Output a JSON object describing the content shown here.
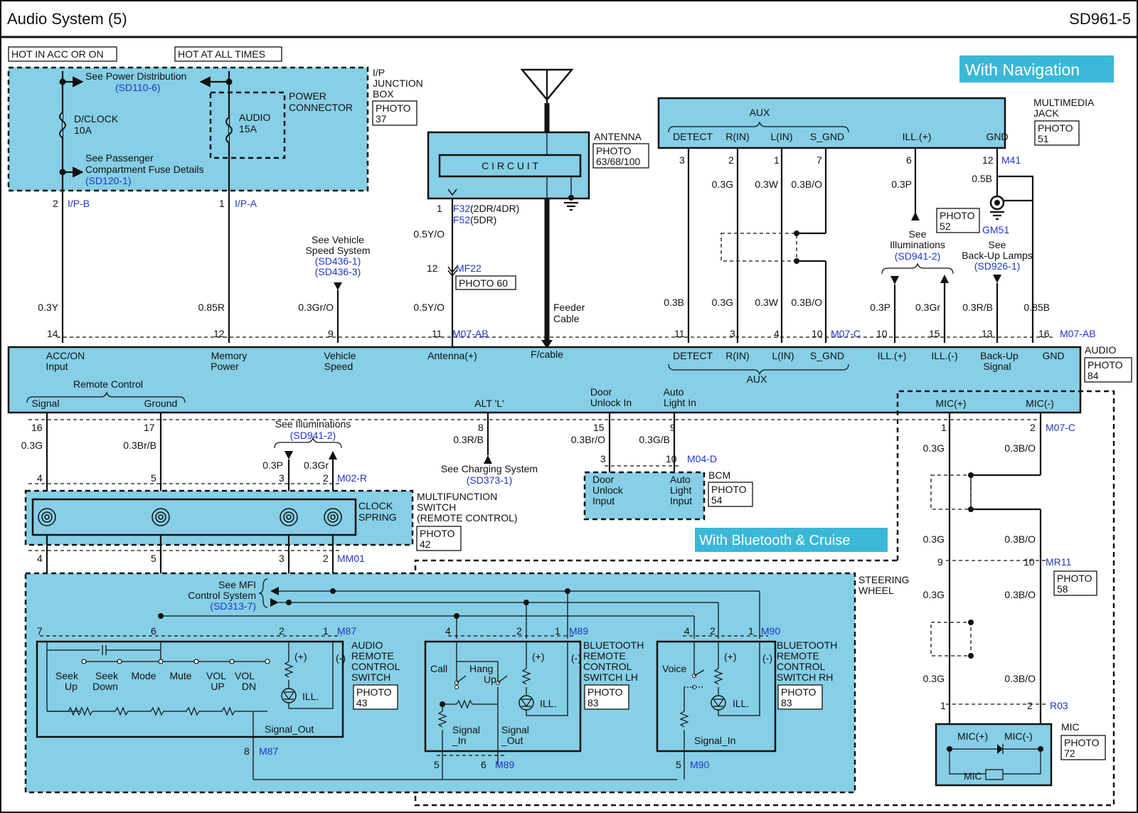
{
  "header": {
    "title": "Audio System (5)",
    "code": "SD961-5"
  },
  "supply": {
    "hot_acc": "HOT IN ACC OR ON",
    "hot_all": "HOT AT ALL TIMES"
  },
  "junction": {
    "see_power": "See Power Distribution",
    "power_ref": "(SD110-6)",
    "dclock": "D/CLOCK",
    "dclock_amp": "10A",
    "audio_fuse": "AUDIO",
    "audio_amp": "15A",
    "power_conn_1": "POWER",
    "power_conn_2": "CONNECTOR",
    "see_passenger": "See  Passenger",
    "compartment": "Compartment Fuse Details",
    "passenger_ref": "(SD120-1)",
    "label_1": "I/P",
    "label_2": "JUNCTION",
    "label_3": "BOX",
    "photo": "PHOTO",
    "photo_no": "37",
    "pin_ipb": "2",
    "conn_ipb": "I/P-B",
    "pin_ipa": "1",
    "conn_ipa": "I/P-A"
  },
  "nav_banner": "With Navigation",
  "bt_banner": "With Bluetooth & Cruise",
  "antenna": {
    "circuit": "C I R C U I T",
    "label": "ANTENNA",
    "photo": "PHOTO",
    "photo_no": "63/68/100",
    "pin1": "1",
    "f32": "F32",
    "f32_note": "(2DR/4DR)",
    "f52": "F52",
    "f52_note": "(5DR)",
    "wire_a": "0.5Y/O",
    "pin12": "12",
    "mf22": "MF22",
    "photo60": "PHOTO 60",
    "wire_b": "0.5Y/O",
    "feeder_1": "Feeder",
    "feeder_2": "Cable"
  },
  "vehicle_speed": {
    "see": "See Vehicle",
    "system": "Speed System",
    "ref1": "(SD436-1)",
    "ref2": "(SD436-3)",
    "wire": "0.3Gr/O"
  },
  "multimedia": {
    "aux": "AUX",
    "detect": "DETECT",
    "rin": "R(IN)",
    "lin": "L(IN)",
    "sgnd": "S_GND",
    "ill": "ILL.(+)",
    "gnd": "GND",
    "label_1": "MULTIMEDIA",
    "label_2": "JACK",
    "photo": "PHOTO",
    "photo_no": "51",
    "pins": [
      "3",
      "2",
      "1",
      "7",
      "6",
      "12"
    ],
    "conn": "M41",
    "w_rin": "0.3G",
    "w_lin": "0.3W",
    "w_sgnd": "0.3B/O",
    "w_ill": "0.3P",
    "w_gnd": "0.5B",
    "see_ill": "See",
    "see_ill_2": "Illuminations",
    "see_ill_ref": "(SD941-2)",
    "photo52": "PHOTO",
    "photo52_no": "52",
    "gm51": "GM51",
    "see_backup": "See",
    "see_backup_2": "Back-Up Lamps",
    "see_backup_ref": "(SD926-1)"
  },
  "upper_wires": {
    "acc": "0.3Y",
    "mem": "0.85R",
    "det": "0.3B",
    "rin": "0.3G",
    "lin": "0.3W",
    "sgnd": "0.3B/O",
    "illp": "0.3P",
    "illm": "0.3Gr",
    "back": "0.3R/B",
    "gnd": "0.85B",
    "pins": [
      "14",
      "12",
      "9",
      "11",
      "11",
      "3",
      "4",
      "10",
      "10",
      "15",
      "13",
      "16"
    ],
    "conn_a": "M07-AB",
    "conn_c": "M07-C",
    "conn_b": "M07-AB"
  },
  "audio": {
    "acc_1": "ACC/ON",
    "acc_2": "Input",
    "mem_1": "Memory",
    "mem_2": "Power",
    "veh_1": "Vehicle",
    "veh_2": "Speed",
    "antenna": "Antenna(+)",
    "fcable": "F/cable",
    "detect": "DETECT",
    "rin": "R(IN)",
    "lin": "L(IN)",
    "sgnd": "S_GND",
    "illp": "ILL.(+)",
    "illm": "ILL.(-)",
    "back_1": "Back-Up",
    "back_2": "Signal",
    "gnd": "GND",
    "aux": "AUX",
    "remote": "Remote Control",
    "signal": "Signal",
    "ground": "Ground",
    "alt": "ALT 'L'",
    "door_1": "Door",
    "door_2": "Unlock In",
    "auto_1": "Auto",
    "auto_2": "Light In",
    "micp": "MIC(+)",
    "micm": "MIC(-)",
    "label": "AUDIO",
    "photo": "PHOTO",
    "photo_no": "84"
  },
  "lower": {
    "pins_top": [
      "16",
      "17",
      "8",
      "15",
      "9",
      "1",
      "2"
    ],
    "conn_c": "M07-C",
    "w_sig": "0.3G",
    "w_gnd": "0.3Br/B",
    "w_alt": "0.3R/B",
    "w_door": "0.3Br/O",
    "w_auto": "0.3G/B",
    "see_ill": "See Illuminations",
    "see_ill_ref": "(SD941-2)",
    "w_p": "0.3P",
    "w_gr": "0.3Gr",
    "see_charge": "See Charging System",
    "charge_ref": "(SD373-1)",
    "pins_m02": [
      "4",
      "5",
      "3",
      "2"
    ],
    "m02": "M02-R",
    "pins_mm01": [
      "4",
      "5",
      "3",
      "2"
    ],
    "mm01": "MM01",
    "clock_1": "CLOCK",
    "clock_2": "SPRING",
    "mfs_1": "MULTIFUNCTION",
    "mfs_2": "SWITCH",
    "mfs_3": "(REMOTE CONTROL)",
    "photo": "PHOTO",
    "photo_no": "42"
  },
  "bcm": {
    "pin3": "3",
    "pin10": "10",
    "conn": "M04-D",
    "door_1": "Door",
    "door_2": "Unlock",
    "door_3": "Input",
    "auto_1": "Auto",
    "auto_2": "Light",
    "auto_3": "Input",
    "label": "BCM",
    "photo": "PHOTO",
    "photo_no": "54"
  },
  "mic": {
    "w1": "0.3G",
    "w2": "0.3B/O",
    "w3": "0.3G",
    "w4": "0.3B/O",
    "pin9": "9",
    "pin10": "10",
    "mr11": "MR11",
    "photo58": "PHOTO",
    "photo58_no": "58",
    "w5": "0.3G",
    "w6": "0.3B/O",
    "w7": "0.3G",
    "w8": "0.3B/O",
    "pin1": "1",
    "pin2": "2",
    "r03": "R03",
    "micp": "MIC(+)",
    "micm": "MIC(-)",
    "mic": "MIC",
    "label": "MIC",
    "photo": "PHOTO",
    "photo_no": "72"
  },
  "steering": {
    "label_1": "STEERING",
    "label_2": "WHEEL",
    "see_mfi": "See MFI",
    "mfi_2": "Control System",
    "mfi_ref": "(SD313-7)",
    "pins_m87": [
      "7",
      "6",
      "2",
      "1"
    ],
    "m87": "M87",
    "pins_m89": [
      "4",
      "2",
      "1"
    ],
    "m89": "M89",
    "pins_m90": [
      "4",
      "2",
      "1"
    ],
    "m90": "M90",
    "sw1_1": "AUDIO",
    "sw1_2": "REMOTE",
    "sw1_3": "CONTROL",
    "sw1_4": "SWITCH",
    "sw1_photo": "PHOTO",
    "sw1_no": "43",
    "seek_up_1": "Seek",
    "seek_up_2": "Up",
    "seek_dn_1": "Seek",
    "seek_dn_2": "Down",
    "mode": "Mode",
    "mute": "Mute",
    "volup_1": "VOL",
    "volup_2": "UP",
    "voldn_1": "VOL",
    "voldn_2": "DN",
    "plus": "(+)",
    "minus": "(-)",
    "ill": "ILL.",
    "signal_out": "Signal_Out",
    "pin8": "8",
    "m87b": "M87",
    "sw2_1": "BLUETOOTH",
    "sw2_2": "REMOTE",
    "sw2_3": "CONTROL",
    "sw2_4": "SWITCH LH",
    "sw2_photo": "PHOTO",
    "sw2_no": "83",
    "call": "Call",
    "hang_1": "Hang",
    "hang_2": "Up",
    "sig_in_1": "Signal",
    "sig_in_2": "_In",
    "sig_out_1": "Signal",
    "sig_out_2": "_Out",
    "pin5": "5",
    "pin6": "6",
    "m89b": "M89",
    "sw3_1": "BLUETOOTH",
    "sw3_2": "REMOTE",
    "sw3_3": "CONTROL",
    "sw3_4": "SWITCH RH",
    "sw3_photo": "PHOTO",
    "sw3_no": "83",
    "voice": "Voice",
    "signal_in": "Signal_In",
    "pin5b": "5",
    "m90b": "M90"
  }
}
